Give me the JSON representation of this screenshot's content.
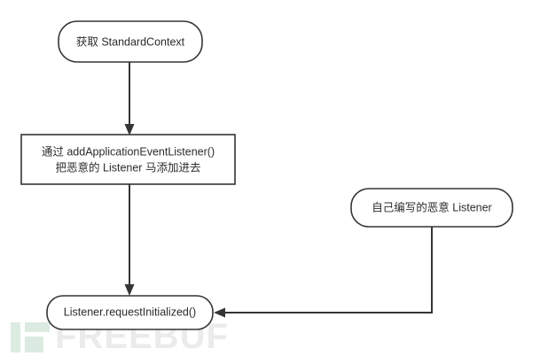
{
  "diagram": {
    "type": "flowchart",
    "background_color": "#ffffff",
    "stroke_color": "#353535",
    "text_color": "#2b2b2b",
    "nodes": [
      {
        "id": "get-standard-context",
        "shape": "rounded-rect",
        "label": "获取 StandardContext",
        "lines": [
          "获取 StandardContext"
        ]
      },
      {
        "id": "add-application-event-listener",
        "shape": "rect",
        "label": "通过 addApplicationEventListener() 把恶意的 Listener 马添加进去",
        "lines": [
          "通过 addApplicationEventListener()",
          "把恶意的 Listener 马添加进去"
        ]
      },
      {
        "id": "custom-malicious-listener",
        "shape": "rounded-rect",
        "label": "自己编写的恶意 Listener",
        "lines": [
          "自己编写的恶意 Listener"
        ]
      },
      {
        "id": "listener-request-initialized",
        "shape": "rounded-rect",
        "label": "Listener.requestInitialized()",
        "lines": [
          "Listener.requestInitialized()"
        ]
      }
    ],
    "edges": [
      {
        "id": "edge-1",
        "from": "get-standard-context",
        "to": "add-application-event-listener",
        "label": ""
      },
      {
        "id": "edge-2",
        "from": "add-application-event-listener",
        "to": "listener-request-initialized",
        "label": ""
      },
      {
        "id": "edge-3",
        "from": "custom-malicious-listener",
        "to": "listener-request-initialized",
        "label": ""
      }
    ]
  },
  "watermark": {
    "text": "FREEBUF",
    "logo_color": "#dcebe2",
    "text_color": "#ebebeb"
  }
}
